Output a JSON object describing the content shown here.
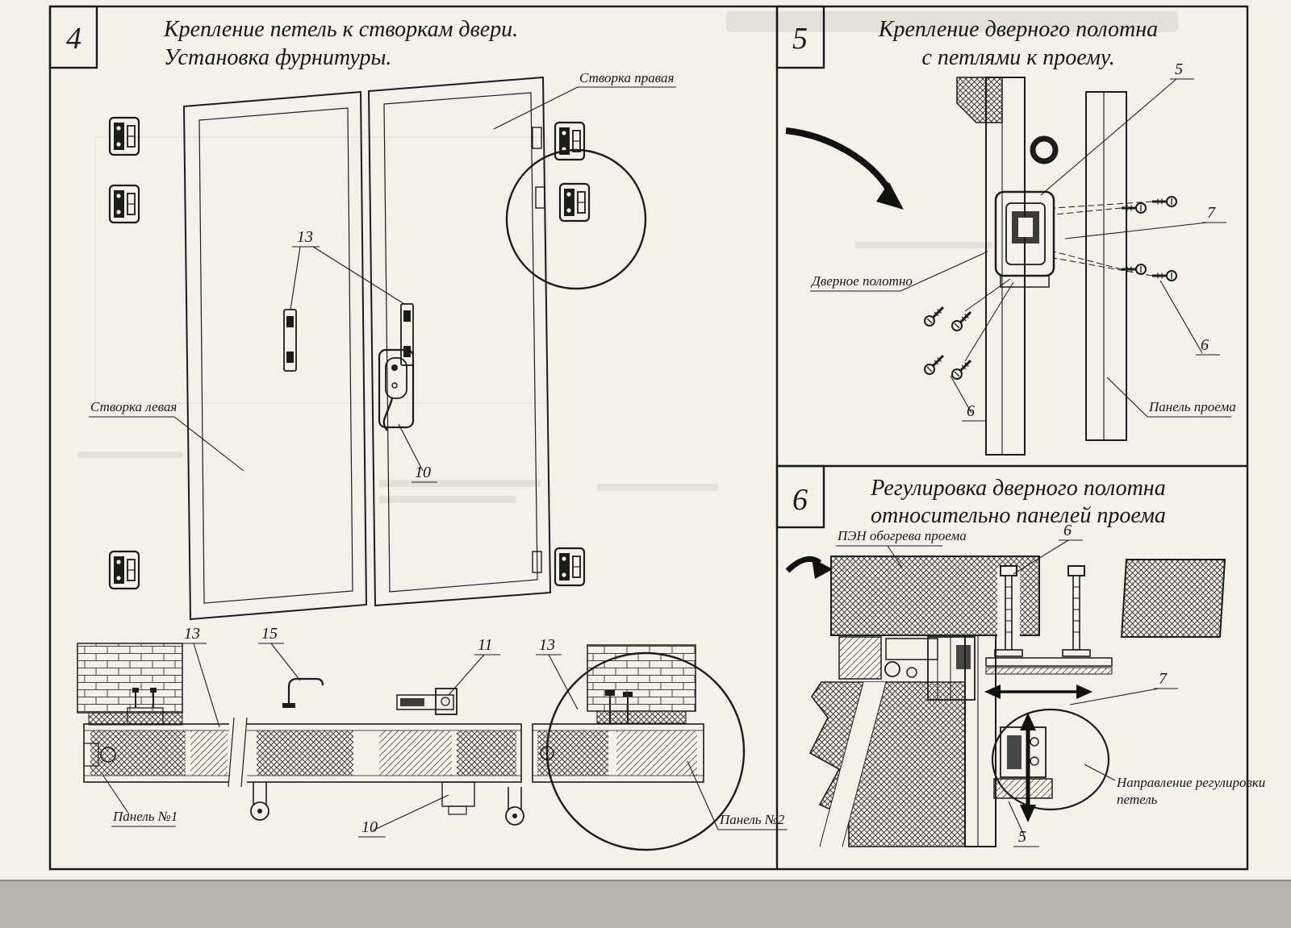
{
  "page": {
    "background": "#b7b5ae",
    "paper": "#f3f1e9",
    "ink": "#1c1c1a"
  },
  "panel4": {
    "number": "4",
    "title1": "Крепление петель к створкам двери.",
    "title2": "Установка фурнитуры.",
    "labels": {
      "right_leaf": "Створка правая",
      "left_leaf": "Створка левая",
      "panel1": "Панель №1",
      "panel2": "Панель №2"
    },
    "callouts": {
      "hinge_plates": "13",
      "handle": "10",
      "section_left": "13",
      "bracket": "15",
      "latch": "11",
      "section_right": "13",
      "handle_section": "10"
    }
  },
  "panel5": {
    "number": "5",
    "title1": "Крепление дверного полотна",
    "title2": "с петлями к проему.",
    "labels": {
      "door_leaf": "Дверное полотно",
      "opening_panel": "Панель проема"
    },
    "callouts": {
      "hinge": "5",
      "fastener_plate": "7",
      "screws_right": "6",
      "screws_left": "6"
    }
  },
  "panel6": {
    "number": "6",
    "title1": "Регулировка дверного полотна",
    "title2": "относительно панелей проема",
    "labels": {
      "pen_heater": "ПЭН обогрева проема",
      "direction_line1": "Направление регулировки",
      "direction_line2": "петель"
    },
    "callouts": {
      "bolt": "6",
      "adjuster": "7",
      "bottom_hinge": "5"
    }
  }
}
